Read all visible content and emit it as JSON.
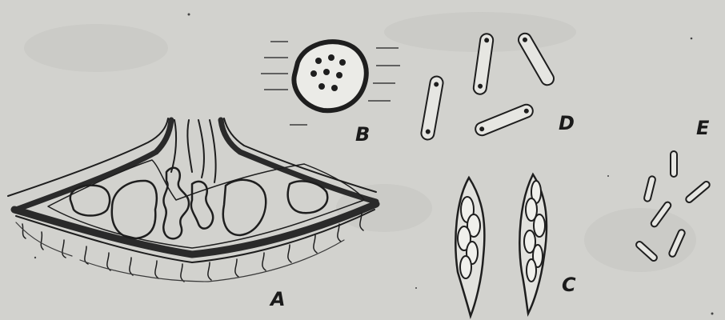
{
  "figure": {
    "background": "#d2d2ce",
    "ink": "#1e1e1e",
    "panels": [
      {
        "key": "A",
        "label": "A",
        "depicts": "section-through-fruiting-body"
      },
      {
        "key": "B",
        "label": "B",
        "depicts": "surface-view-of-ostiole"
      },
      {
        "key": "C",
        "label": "C",
        "depicts": "ascus"
      },
      {
        "key": "D",
        "label": "D",
        "depicts": "spore"
      },
      {
        "key": "E",
        "label": "E",
        "depicts": "spermatium"
      }
    ]
  }
}
